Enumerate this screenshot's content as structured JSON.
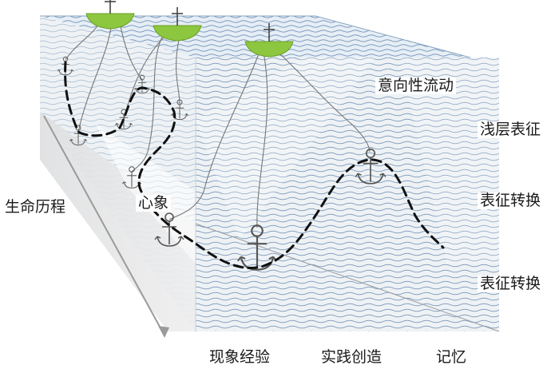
{
  "labels": {
    "intentional_flow": "意向性流动",
    "shallow_features": "浅层表征",
    "transform_1": "表征转换",
    "transform_2": "表征转换",
    "life_course": "生命历程",
    "mental_image": "心象",
    "phenomenal_experience": "现象经验",
    "practice_creation": "实践创造",
    "memory": "记忆"
  },
  "icons": {
    "boat": "boat-icon",
    "anchor": "anchor-icon"
  },
  "colors": {
    "boat_green": "#8dc63f",
    "wave_blue": "#6f8fb3",
    "front_face": "#edf1f4",
    "dark_panel": "#e7e8e9",
    "path": "#111111"
  }
}
